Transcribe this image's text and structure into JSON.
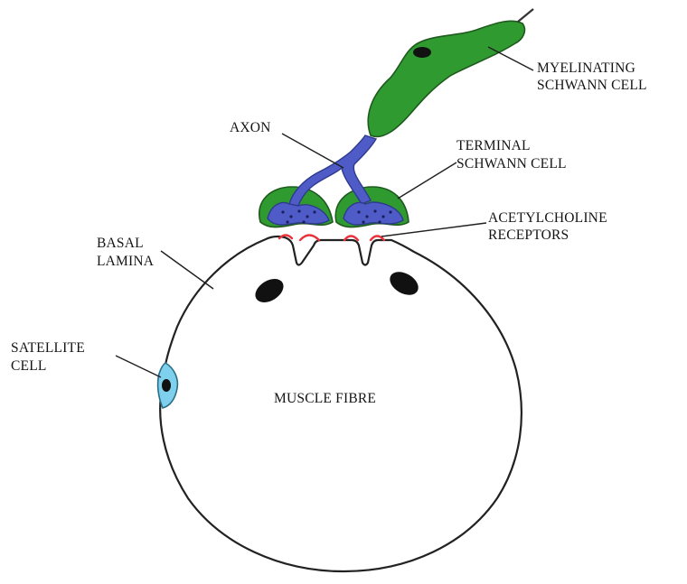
{
  "labels": {
    "myelinating_line1": "MYELINATING",
    "myelinating_line2": "SCHWANN CELL",
    "axon": "AXON",
    "terminal_line1": "TERMINAL",
    "terminal_line2": "SCHWANN CELL",
    "ach_line1": "ACETYLCHOLINE",
    "ach_line2": "RECEPTORS",
    "basal_line1": "BASAL",
    "basal_line2": "LAMINA",
    "satellite_line1": "SATELLITE",
    "satellite_line2": "CELL",
    "muscle": "MUSCLE FIBRE"
  },
  "colors": {
    "schwann_green": "#2f9a2f",
    "axon_blue": "#4f5cc8",
    "receptor_red": "#e8323c",
    "satellite_cyan": "#7fd0ec",
    "nucleus_black": "#111111"
  }
}
